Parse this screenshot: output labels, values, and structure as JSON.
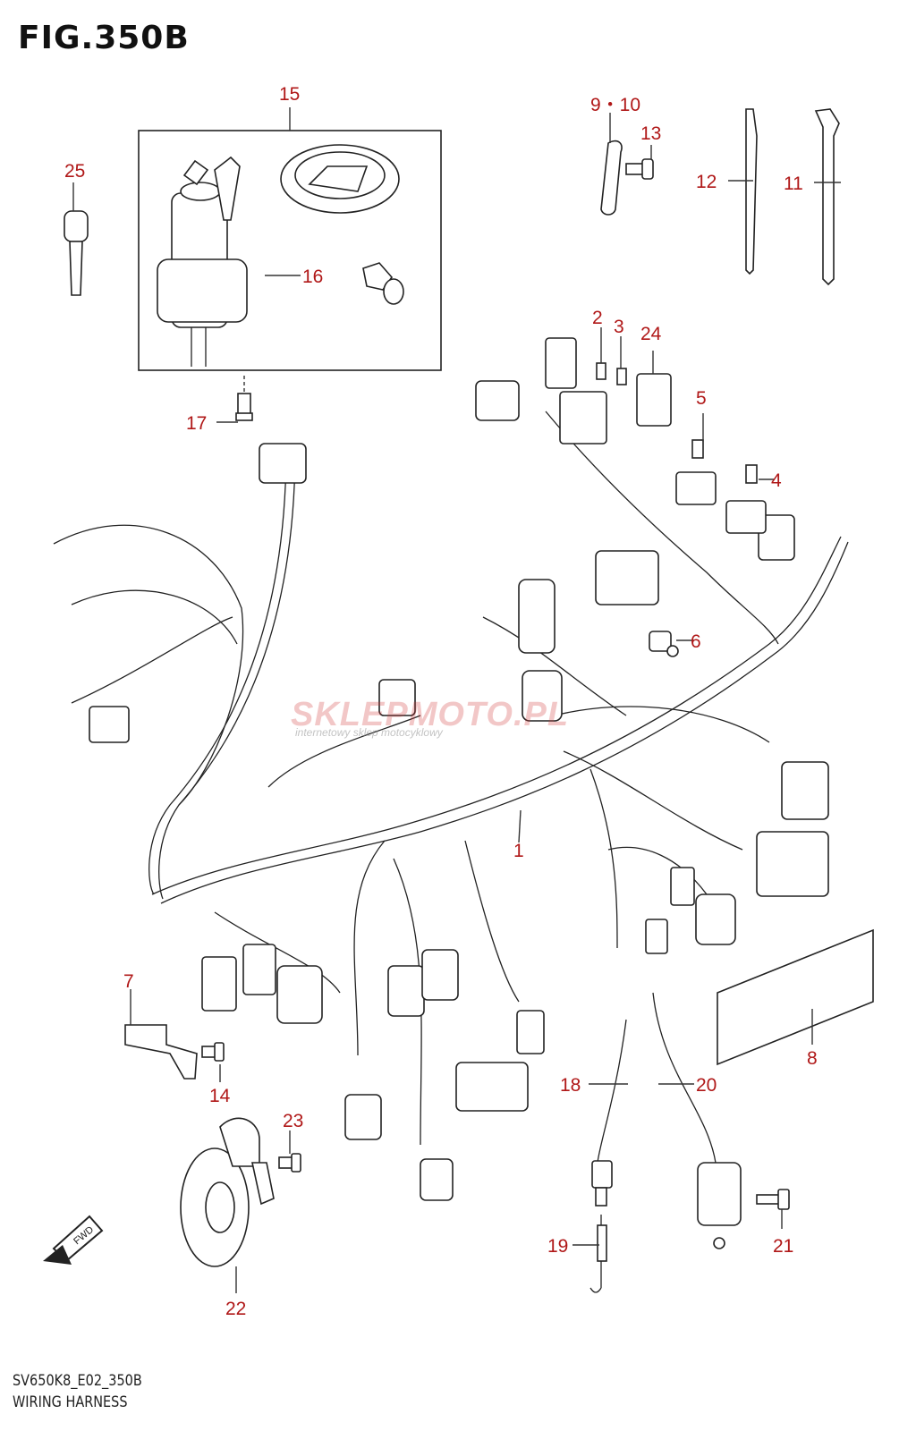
{
  "figure": {
    "title": "FIG.350B",
    "model_code": "SV650K8_E02_350B",
    "caption": "WIRING HARNESS"
  },
  "watermark": {
    "brand": "SKLEPMOTO.PL",
    "tagline": "internetowy sklep motocyklowy"
  },
  "fwd_label": "FWD",
  "callouts": [
    {
      "id": "c15",
      "label": "15"
    },
    {
      "id": "c25",
      "label": "25"
    },
    {
      "id": "c16",
      "label": "16"
    },
    {
      "id": "c17",
      "label": "17"
    },
    {
      "id": "c9",
      "label": "9・10"
    },
    {
      "id": "c13",
      "label": "13"
    },
    {
      "id": "c12",
      "label": "12"
    },
    {
      "id": "c11",
      "label": "11"
    },
    {
      "id": "c2",
      "label": "2"
    },
    {
      "id": "c3",
      "label": "3"
    },
    {
      "id": "c24",
      "label": "24"
    },
    {
      "id": "c5",
      "label": "5"
    },
    {
      "id": "c4",
      "label": "4"
    },
    {
      "id": "c6",
      "label": "6"
    },
    {
      "id": "c1",
      "label": "1"
    },
    {
      "id": "c7",
      "label": "7"
    },
    {
      "id": "c14",
      "label": "14"
    },
    {
      "id": "c23",
      "label": "23"
    },
    {
      "id": "c22",
      "label": "22"
    },
    {
      "id": "c8",
      "label": "8"
    },
    {
      "id": "c18",
      "label": "18"
    },
    {
      "id": "c20",
      "label": "20"
    },
    {
      "id": "c19",
      "label": "19"
    },
    {
      "id": "c21",
      "label": "21"
    }
  ]
}
